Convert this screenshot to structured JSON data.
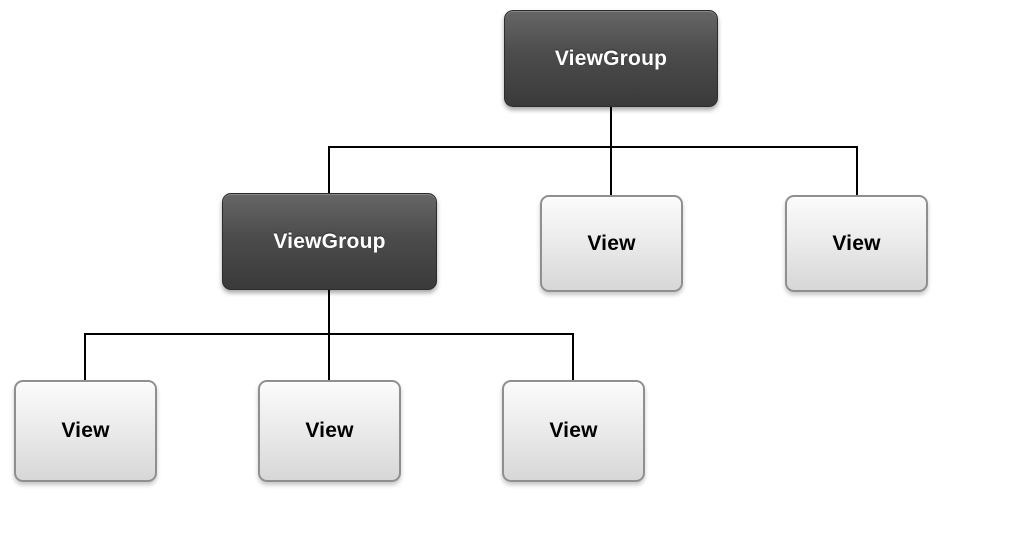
{
  "diagram": {
    "description": "view hierarchy tree",
    "nodes": {
      "root": {
        "label": "ViewGroup",
        "type": "viewgroup"
      },
      "group2": {
        "label": "ViewGroup",
        "type": "viewgroup"
      },
      "view_top_mid": {
        "label": "View",
        "type": "view"
      },
      "view_top_right": {
        "label": "View",
        "type": "view"
      },
      "view_bottom_left": {
        "label": "View",
        "type": "view"
      },
      "view_bottom_mid": {
        "label": "View",
        "type": "view"
      },
      "view_bottom_right": {
        "label": "View",
        "type": "view"
      }
    },
    "edges": [
      {
        "from": "root",
        "to": "group2"
      },
      {
        "from": "root",
        "to": "view_top_mid"
      },
      {
        "from": "root",
        "to": "view_top_right"
      },
      {
        "from": "group2",
        "to": "view_bottom_left"
      },
      {
        "from": "group2",
        "to": "view_bottom_mid"
      },
      {
        "from": "group2",
        "to": "view_bottom_right"
      }
    ],
    "colors": {
      "group_fill": "#4a4a4a",
      "group_text": "#ffffff",
      "view_fill": "#e9e9e9",
      "view_border": "#8f8f8f",
      "view_text": "#000000",
      "edge_line": "#000000",
      "background": "#ffffff"
    }
  }
}
